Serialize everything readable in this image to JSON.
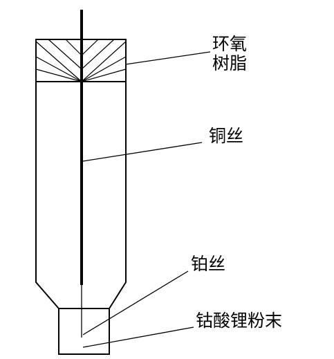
{
  "labels": {
    "epoxy_line1": "环氧",
    "epoxy_line2": "树脂",
    "copper_wire": "铜丝",
    "platinum_wire": "铂丝",
    "lithium_cobalt_oxide_powder": "钴酸锂粉末"
  },
  "colors": {
    "stroke": "#000000",
    "background": "#ffffff"
  }
}
